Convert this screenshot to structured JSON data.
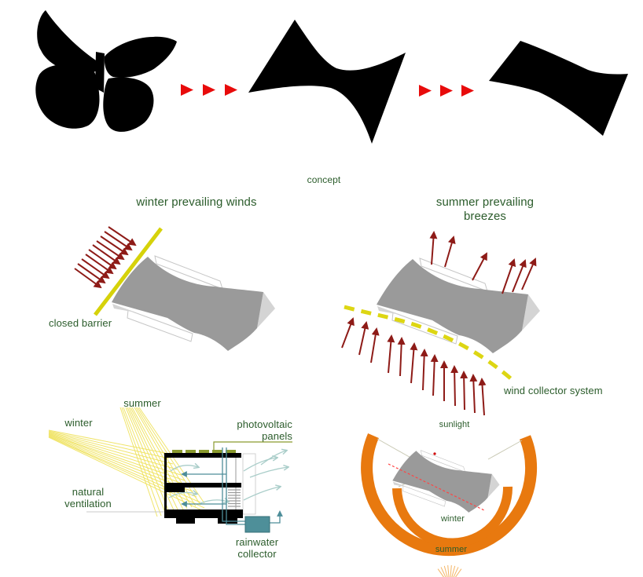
{
  "colors": {
    "label_green": "#2b5c2b",
    "silhouette_black": "#000000",
    "arrow_red": "#e80b0b",
    "wind_dark_red": "#8e1b17",
    "barrier_yellow": "#d6d20a",
    "sun_ray_yellow": "#efe25a",
    "building_gray": "#9a9a9a",
    "building_light_gray": "#d4d4d4",
    "arc_orange": "#e8790f",
    "pipe_teal": "#4d8d99",
    "flow_pale_teal": "#a9cdc9",
    "pv_olive": "#8a9a2e",
    "collector_fill": "#4e8f99",
    "solstice_red_dash": "#ff4444"
  },
  "concept_row": {
    "caption": "concept",
    "stages": [
      "butterfly-silhouette",
      "abstract-butterfly-form",
      "refined-building-form"
    ]
  },
  "winter_wind_diagram": {
    "title": "winter prevailing winds",
    "barrier_label": "closed barrier"
  },
  "summer_wind_diagram": {
    "title": "summer prevailing breezes",
    "collector_label": "wind collector system"
  },
  "section_diagram": {
    "summer_label": "summer",
    "winter_label": "winter",
    "ventilation_label": "natural ventilation",
    "pv_label": "photovoltaic panels",
    "rainwater_label": "rainwater collector"
  },
  "sunlight_diagram": {
    "title": "sunlight",
    "winter_label": "winter",
    "summer_label": "summer"
  }
}
